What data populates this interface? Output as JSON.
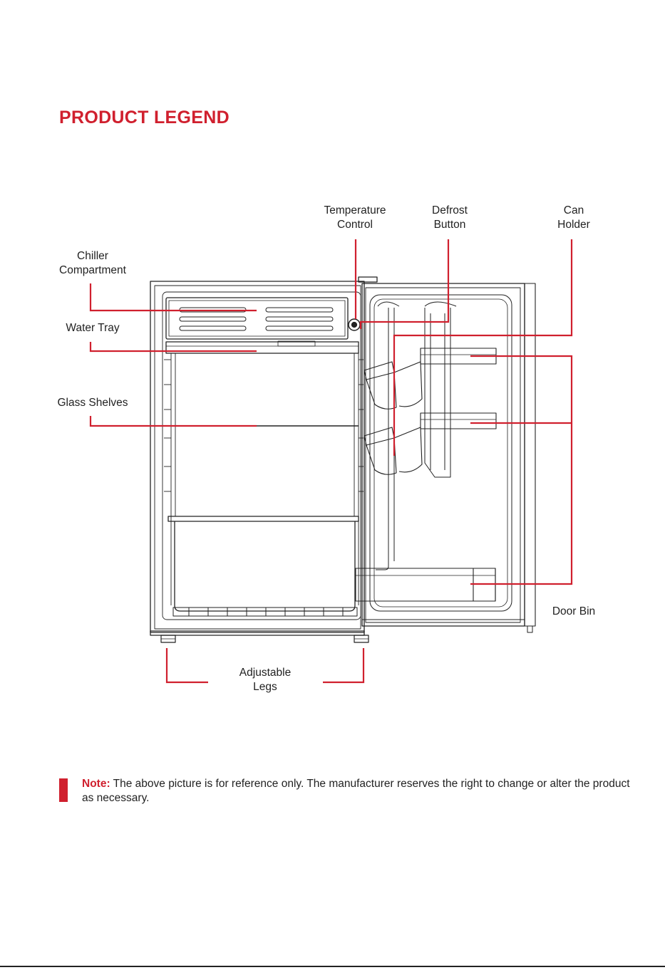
{
  "page": {
    "heading": "PRODUCT LEGEND"
  },
  "colors": {
    "accent": "#d0202e",
    "line": "#222222"
  },
  "labels": {
    "temperature_control": [
      "Temperature",
      "Control"
    ],
    "defrost_button": [
      "Defrost",
      "Button"
    ],
    "can_holder": [
      "Can",
      "Holder"
    ],
    "chiller_compartment": [
      "Chiller",
      "Compartment"
    ],
    "water_tray": "Water Tray",
    "glass_shelves": "Glass Shelves",
    "door_bin": "Door Bin",
    "adjustable_legs": [
      "Adjustable",
      "Legs"
    ]
  },
  "note": {
    "key": "Note:",
    "text": " The above picture is for reference only. The manufacturer reserves the right to change or alter the product as necessary."
  }
}
